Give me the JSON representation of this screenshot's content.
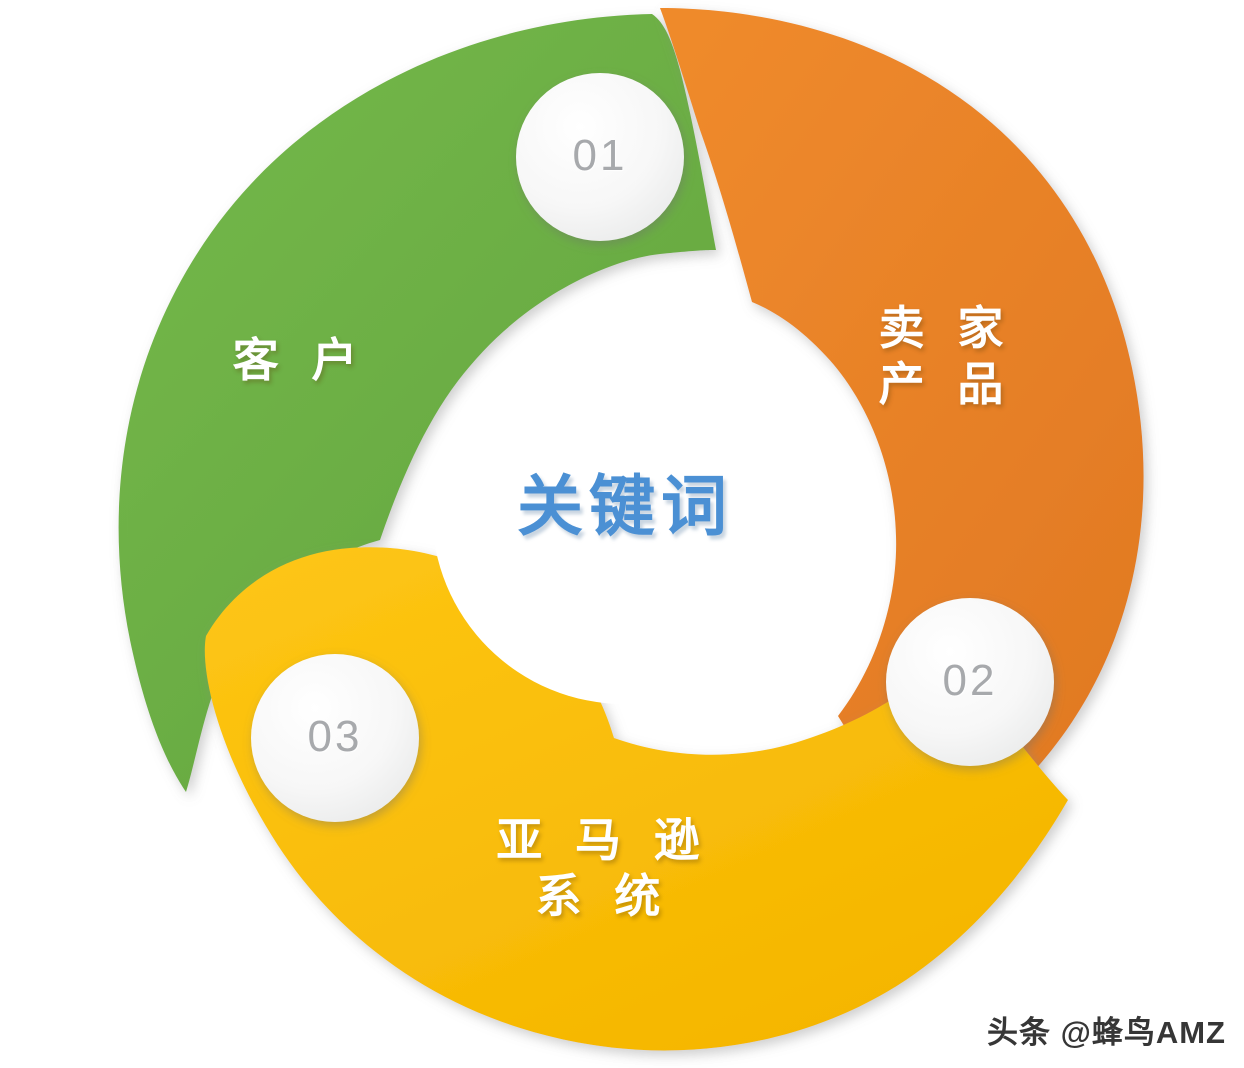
{
  "diagram": {
    "type": "triskelion-cycle",
    "center": {
      "title": "关键词",
      "color": "#4b90d4",
      "background": "#ffffff"
    },
    "background_color": "#ffffff",
    "segments": [
      {
        "id": "customer",
        "number": "01",
        "label": "客   户",
        "color": "#6CAF44",
        "text_color": "#ffffff",
        "badge_fill": "#f2f2f2",
        "badge_text_color": "#a7a9ac"
      },
      {
        "id": "seller-product",
        "number": "02",
        "label": "卖  家\n产  品",
        "color": "#E98228",
        "text_color": "#ffffff",
        "badge_fill": "#f2f2f2",
        "badge_text_color": "#a7a9ac"
      },
      {
        "id": "amazon-system",
        "number": "03",
        "label": "亚 马 逊\n系  统",
        "color": "#FCBF0B",
        "text_color": "#ffffff",
        "badge_fill": "#f2f2f2",
        "badge_text_color": "#a7a9ac"
      }
    ]
  },
  "watermark": {
    "text": "头条 @蜂鸟AMZ"
  }
}
